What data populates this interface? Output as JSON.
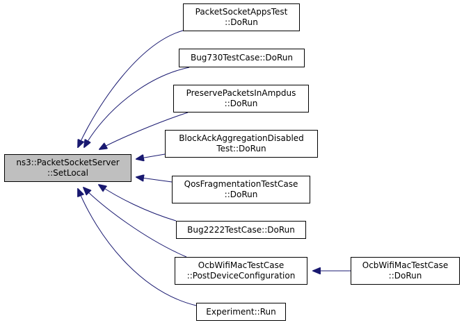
{
  "diagram": {
    "type": "doxygen-caller-graph",
    "edge_color": "#191970",
    "root_fill": "#bfbfbf",
    "node_fill": "#ffffff",
    "root": {
      "id": "root",
      "lines": [
        "ns3::PacketSocketServer",
        "::SetLocal"
      ]
    },
    "callers": [
      {
        "id": "n1",
        "lines": [
          "PacketSocketAppsTest",
          "::DoRun"
        ]
      },
      {
        "id": "n2",
        "lines": [
          "Bug730TestCase::DoRun"
        ]
      },
      {
        "id": "n3",
        "lines": [
          "PreservePacketsInAmpdus",
          "::DoRun"
        ]
      },
      {
        "id": "n4",
        "lines": [
          "BlockAckAggregationDisabled",
          "Test::DoRun"
        ]
      },
      {
        "id": "n5",
        "lines": [
          "QosFragmentationTestCase",
          "::DoRun"
        ]
      },
      {
        "id": "n6",
        "lines": [
          "Bug2222TestCase::DoRun"
        ]
      },
      {
        "id": "n7",
        "lines": [
          "OcbWifiMacTestCase",
          "::PostDeviceConfiguration"
        ]
      },
      {
        "id": "n8",
        "lines": [
          "Experiment::Run"
        ]
      },
      {
        "id": "n9",
        "lines": [
          "OcbWifiMacTestCase",
          "::DoRun"
        ]
      }
    ],
    "edges": [
      {
        "from": "n1",
        "to": "root"
      },
      {
        "from": "n2",
        "to": "root"
      },
      {
        "from": "n3",
        "to": "root"
      },
      {
        "from": "n4",
        "to": "root"
      },
      {
        "from": "n5",
        "to": "root"
      },
      {
        "from": "n6",
        "to": "root"
      },
      {
        "from": "n7",
        "to": "root"
      },
      {
        "from": "n8",
        "to": "root"
      },
      {
        "from": "n9",
        "to": "n7"
      }
    ]
  }
}
